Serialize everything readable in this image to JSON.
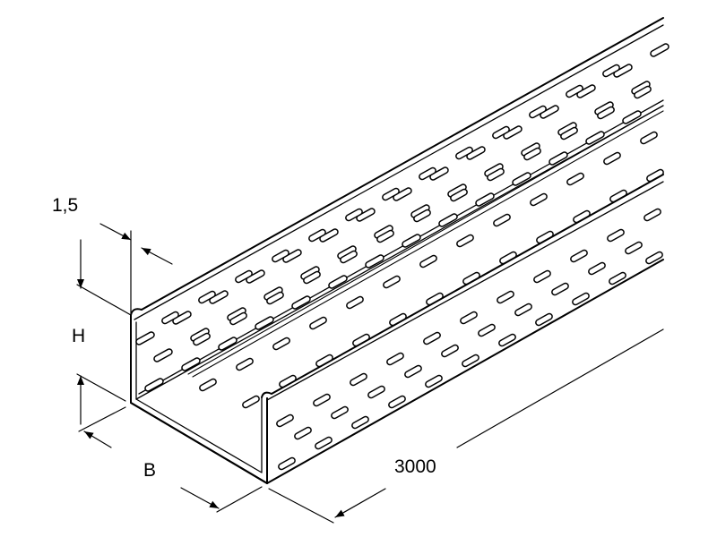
{
  "drawing": {
    "dimensions": {
      "thickness": "1,5",
      "height": "H",
      "width": "B",
      "length": "3000"
    },
    "colors": {
      "line": "#000000",
      "background": "#ffffff"
    }
  }
}
